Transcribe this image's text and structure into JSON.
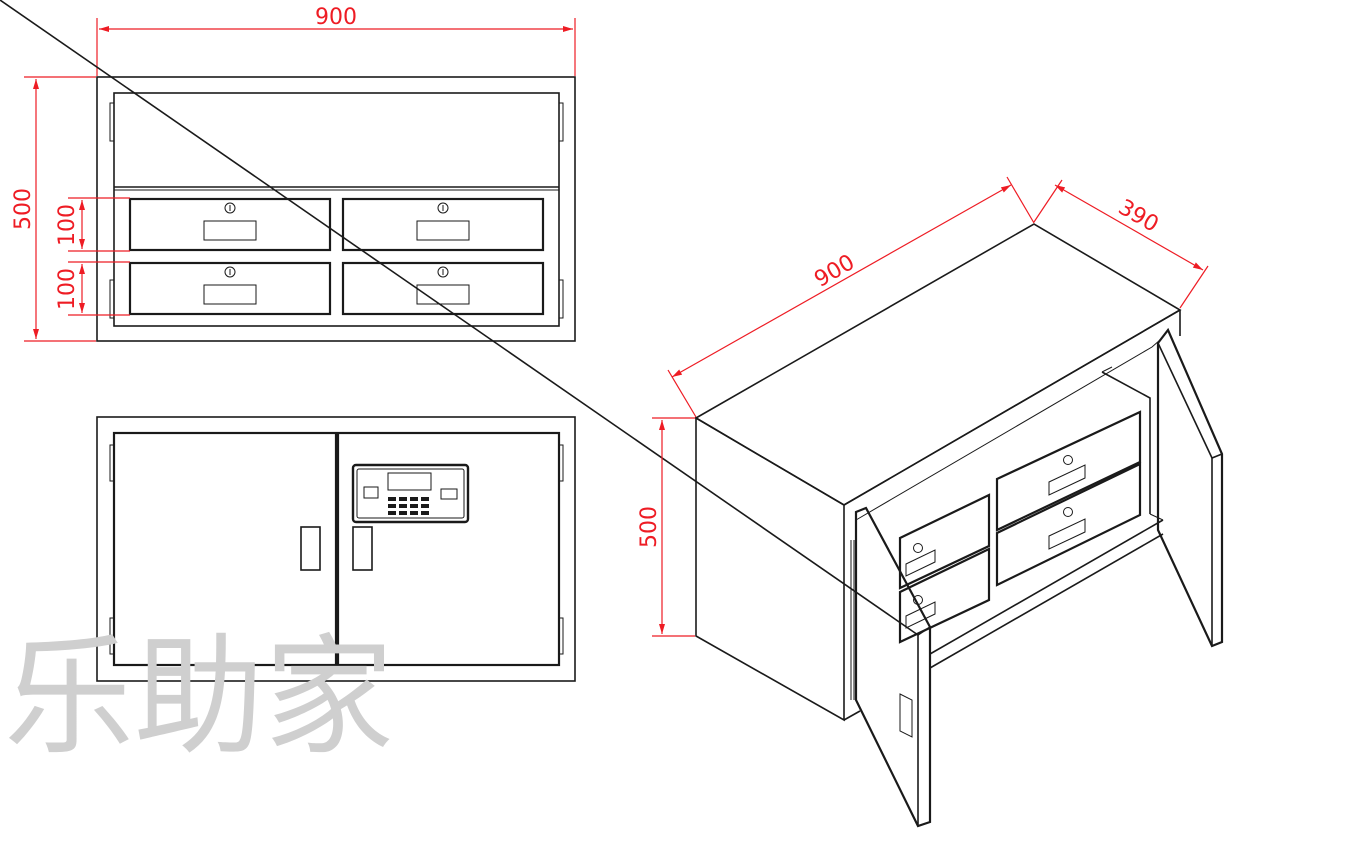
{
  "colors": {
    "dimension": "#ee1c24",
    "outline": "#1a1a1a",
    "watermark": "#cfcfcf"
  },
  "front_view": {
    "width_label": "900",
    "height_label": "500",
    "drawer_row1_label": "100",
    "drawer_row2_label": "100"
  },
  "closed_view": {
    "keypad_icon": "electronic-keypad-lock"
  },
  "iso_view": {
    "length_label": "900",
    "depth_label": "390",
    "height_label": "500"
  },
  "watermark": "乐助家"
}
